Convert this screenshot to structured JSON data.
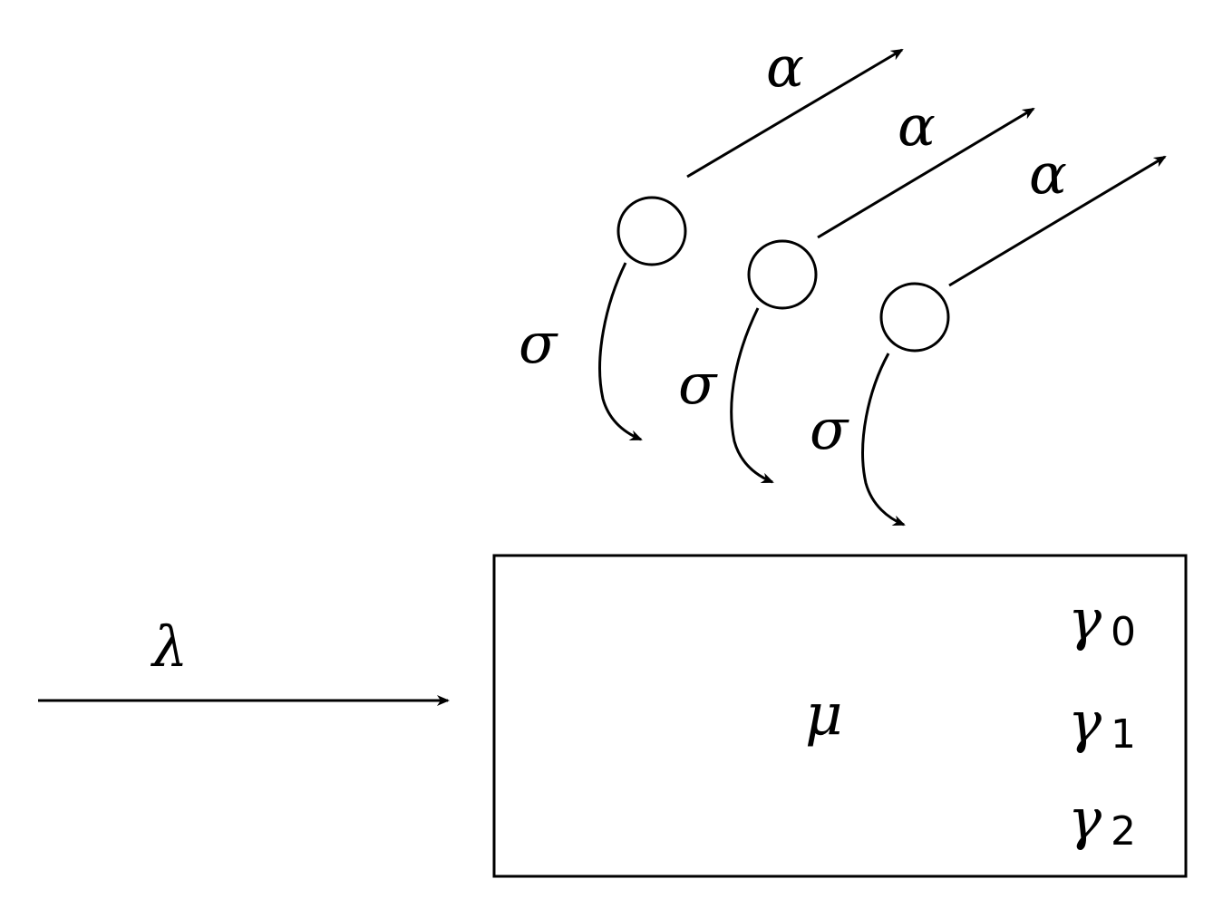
{
  "diagram": {
    "arrival_label": "λ",
    "server_label": "μ",
    "gamma_labels": [
      {
        "symbol": "γ",
        "sub": "0"
      },
      {
        "symbol": "γ",
        "sub": "1"
      },
      {
        "symbol": "γ",
        "sub": "2"
      }
    ],
    "orbit_nodes": [
      {
        "alpha_label": "α",
        "sigma_label": "σ"
      },
      {
        "alpha_label": "α",
        "sigma_label": "σ"
      },
      {
        "alpha_label": "α",
        "sigma_label": "σ"
      }
    ]
  }
}
